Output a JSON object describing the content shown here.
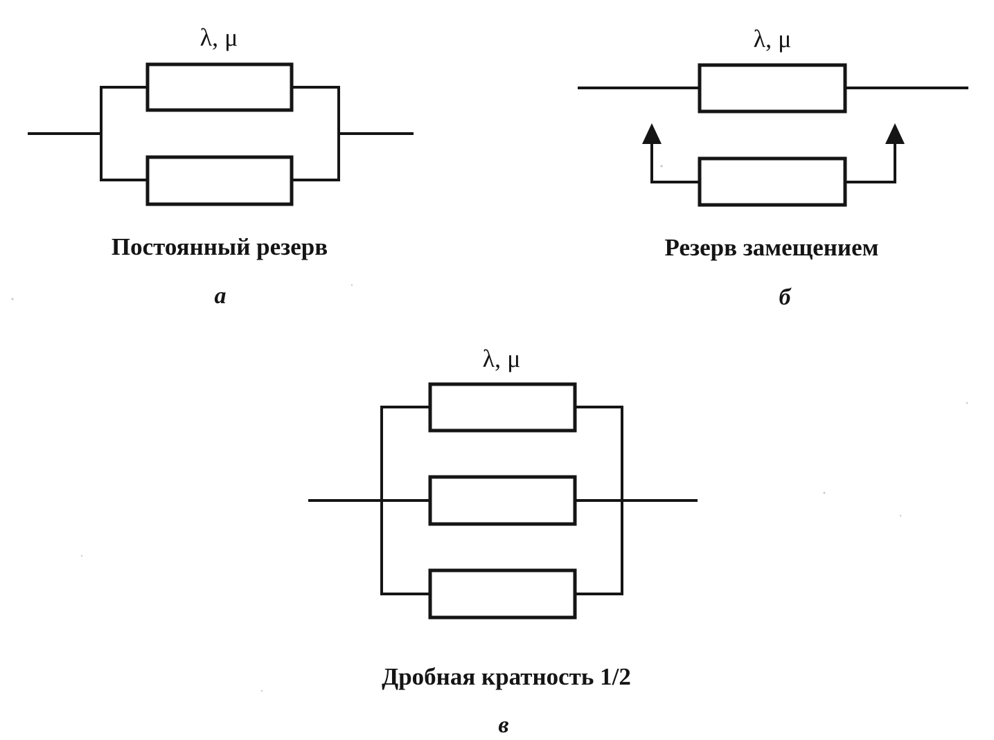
{
  "diagrams": {
    "a": {
      "param_label": "λ, μ",
      "caption": "Постоянный резерв",
      "letter": "а"
    },
    "b": {
      "param_label": "λ, μ",
      "caption": "Резерв замещением",
      "letter": "б"
    },
    "c": {
      "param_label": "λ, μ",
      "caption": "Дробная кратность 1/2",
      "letter": "в"
    }
  },
  "colors": {
    "ink": "#151515",
    "background": "#ffffff"
  }
}
